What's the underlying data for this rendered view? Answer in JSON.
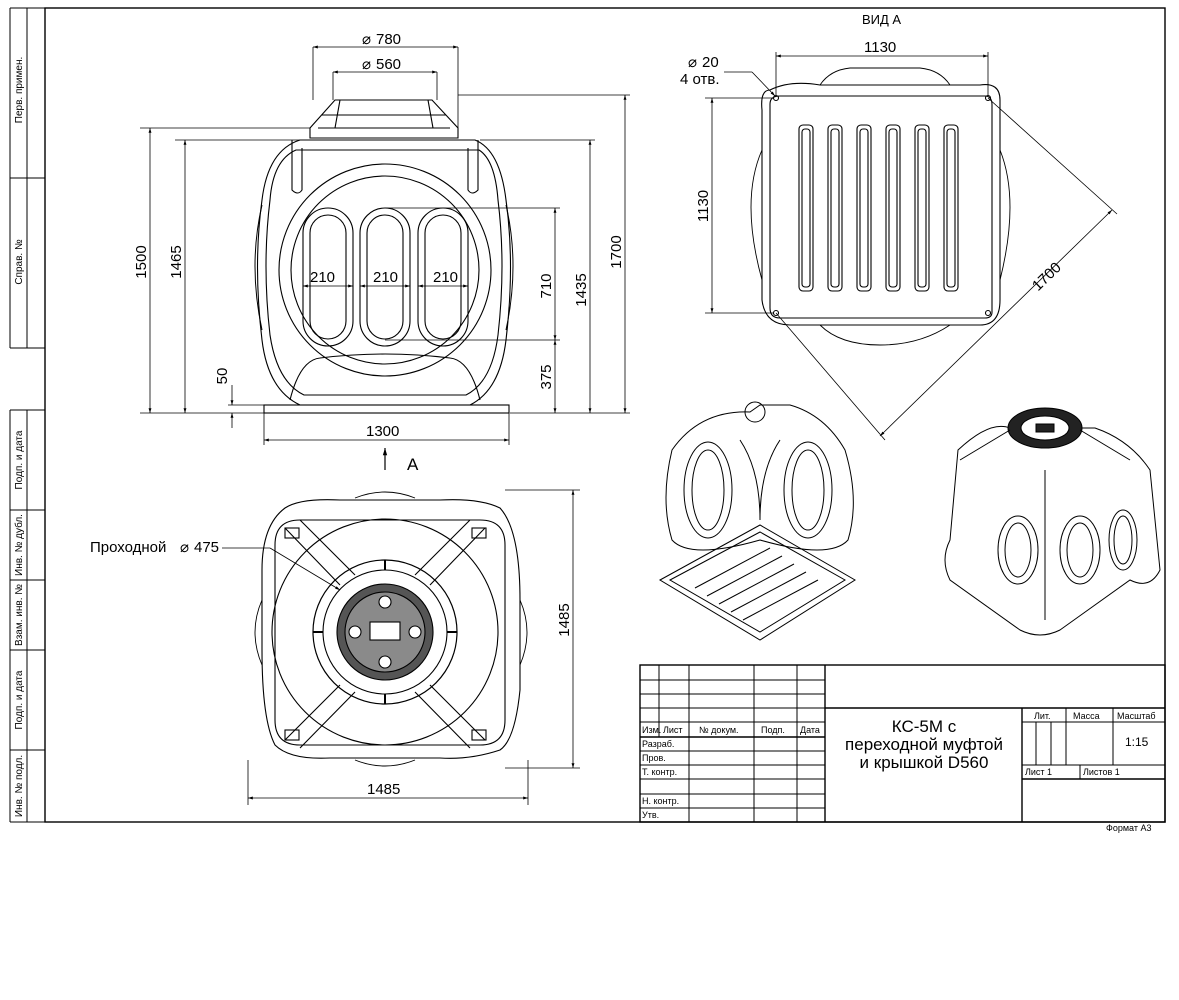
{
  "side_stamp": {
    "perv_primen": "Перв. примен.",
    "sprav_no": "Справ. №",
    "podp_data_1": "Подп. и дата",
    "inv_dubl": "Инв. № дубл.",
    "vzam_inv": "Взам. инв. №",
    "podp_data_2": "Подп. и дата",
    "inv_podl": "Инв. № подл."
  },
  "front_view": {
    "d780": "780",
    "d560": "560",
    "h1500": "1500",
    "h1465": "1465",
    "h1700": "1700",
    "h1435": "1435",
    "h710": "710",
    "h375": "375",
    "h50": "50",
    "w1300": "1300",
    "w210a": "210",
    "w210b": "210",
    "w210c": "210",
    "arrow_label": "А"
  },
  "view_a": {
    "title": "ВИД А",
    "w1130": "1130",
    "h1130": "1130",
    "diag1700": "1700",
    "hole_d": "20",
    "hole_count": "4 отв."
  },
  "top_view": {
    "passage_label": "Проходной",
    "passage_d": "475",
    "w1485": "1485",
    "h1485": "1485"
  },
  "title_block": {
    "col_izm": "Изм.",
    "col_list": "Лист",
    "col_doc": "№ докум.",
    "col_podp": "Подп.",
    "col_data": "Дата",
    "row_razrab": "Разраб.",
    "row_prov": "Пров.",
    "row_tkontr": "Т. контр.",
    "row_nkontr": "Н. контр.",
    "row_utv": "Утв.",
    "name_line1": "КС-5М с",
    "name_line2": "переходной муфтой",
    "name_line3": "и крышкой D560",
    "lit": "Лит.",
    "massa": "Масса",
    "masshtab": "Масштаб",
    "scale": "1:15",
    "sheet": "Лист 1",
    "sheets": "Листов 1"
  },
  "format": "Формат А3"
}
